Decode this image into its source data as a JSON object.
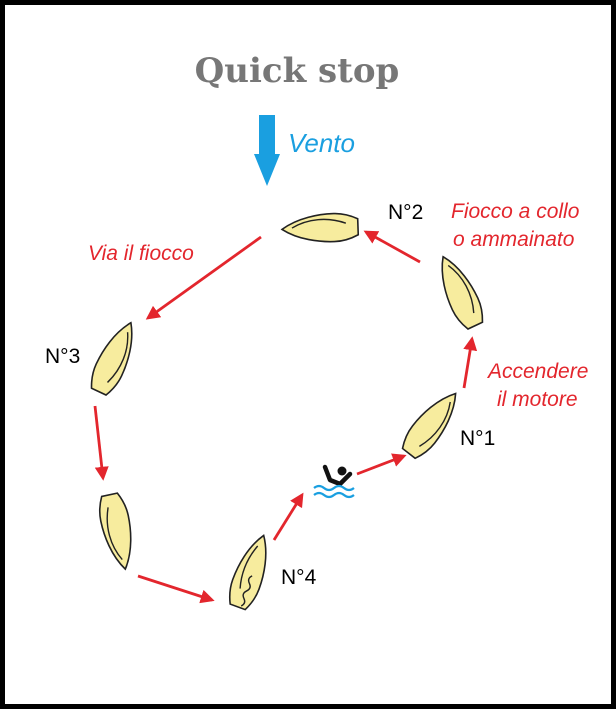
{
  "title": "Quick stop",
  "wind": {
    "label": "Vento",
    "color": "#1a9fe0",
    "icon": "down-arrow-icon"
  },
  "positions": {
    "n1": "N°1",
    "n2": "N°2",
    "n3": "N°3",
    "n4": "N°4"
  },
  "notes": {
    "jib_line1": "Fiocco a collo",
    "jib_line2": "o ammainato",
    "via_fiocco": "Via il fiocco",
    "engine_line1": "Accendere",
    "engine_line2": "il motore"
  },
  "colors": {
    "route": "#e3262d",
    "boat": "#f7ec9e",
    "water": "#1a9fe0",
    "title": "#777777",
    "frame": "#000000"
  },
  "icons": {
    "man_overboard": "man-overboard-icon",
    "boat": "sailboat-icon"
  }
}
